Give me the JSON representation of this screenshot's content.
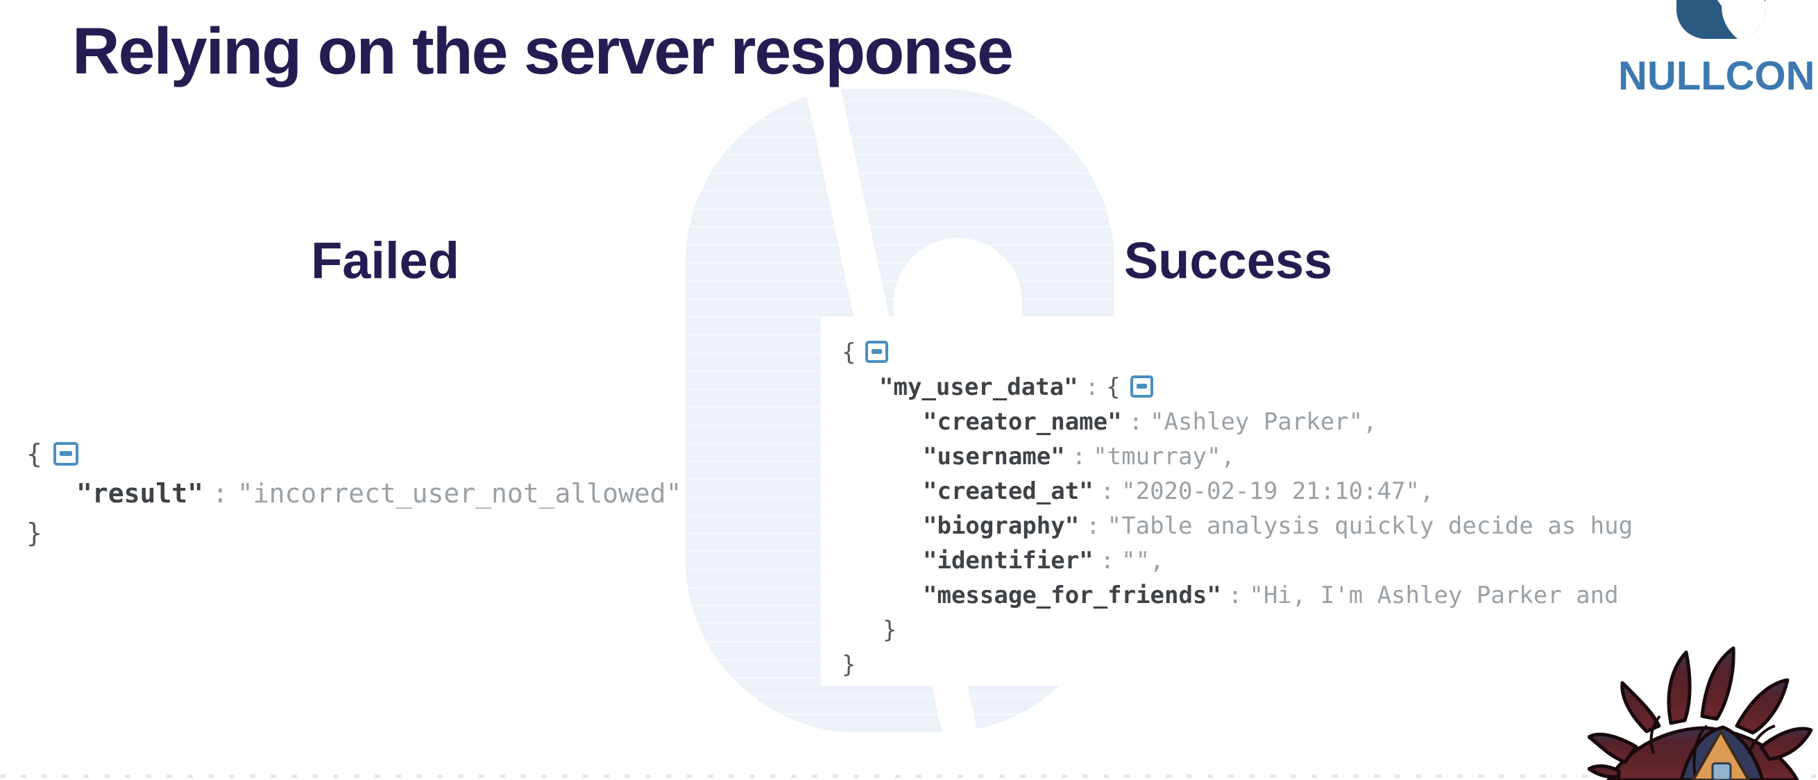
{
  "slide": {
    "title": "Relying on the server response",
    "colors": {
      "heading_navy": "#231d52",
      "logo_text_blue": "#3d78b0",
      "logo_icon_blue": "#2b5a83",
      "collapse_blue": "#4a8fc0",
      "watermark_blue": "#edf2f8",
      "json_key": "#3f4347",
      "json_value_gray": "#9aa0a6",
      "hair_maroon": "#5c2127",
      "forehead_orange": "#dd9b53"
    }
  },
  "logo": {
    "text": "NULLCON"
  },
  "columns": {
    "failed": {
      "heading": "Failed",
      "json": {
        "open_brace": "{",
        "close_brace": "}",
        "colon": ":",
        "key": "\"result\"",
        "value": "\"incorrect_user_not_allowed\""
      }
    },
    "success": {
      "heading": "Success",
      "json": {
        "open_brace": "{",
        "close_brace": "}",
        "inner_open_brace": "{",
        "inner_close_brace": "}",
        "colon": ":",
        "root_key": "\"my_user_data\"",
        "entries": [
          {
            "key": "\"creator_name\"",
            "value": "\"Ashley Parker\","
          },
          {
            "key": "\"username\"",
            "value": "\"tmurray\","
          },
          {
            "key": "\"created_at\"",
            "value": "\"2020-02-19 21:10:47\","
          },
          {
            "key": "\"biography\"",
            "value": "\"Table analysis quickly decide as hug"
          },
          {
            "key": "\"identifier\"",
            "value": "\"\","
          },
          {
            "key": "\"message_for_friends\"",
            "value": "\"Hi, I'm Ashley Parker and"
          }
        ]
      }
    }
  }
}
